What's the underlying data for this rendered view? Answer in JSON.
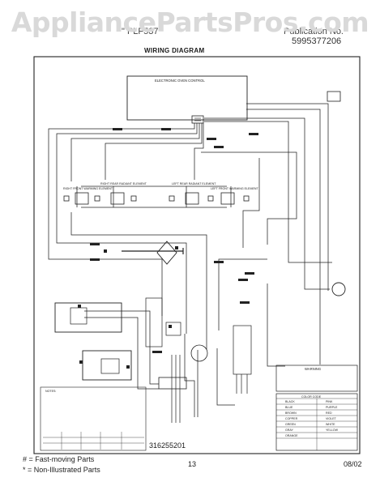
{
  "header": {
    "watermark": "AppliancePartsPros.com",
    "model_fragment": "\" PLF537\"",
    "publication_label": "Publication No.",
    "publication_number": "5995377206",
    "diagram_title": "WIRING DIAGRAM"
  },
  "diagram": {
    "control_label": "ELECTRONIC OVEN CONTROL",
    "element_labels": [
      "RIGHT FRONT WARMING ELEMENT",
      "RIGHT REAR RADIANT ELEMENT",
      "LEFT REAR RADIANT ELEMENT",
      "LEFT FRONT WARMING ELEMENT"
    ],
    "notes_heading": "NOTES:",
    "warning_heading": "WARNING",
    "color_code_heading": "COLOR CODE",
    "wire_colors": [
      "BLACK",
      "BLUE",
      "BROWN",
      "COPPER",
      "GREEN",
      "GRAY",
      "ORANGE",
      "PINK",
      "PURPLE",
      "RED",
      "VIOLET",
      "WHITE",
      "YELLOW"
    ],
    "part_number": "316255201"
  },
  "footer": {
    "legend_fast_moving": "# = Fast-moving Parts",
    "legend_non_illustrated": "* = Non-Illustrated Parts",
    "page": "13",
    "date": "08/02"
  }
}
